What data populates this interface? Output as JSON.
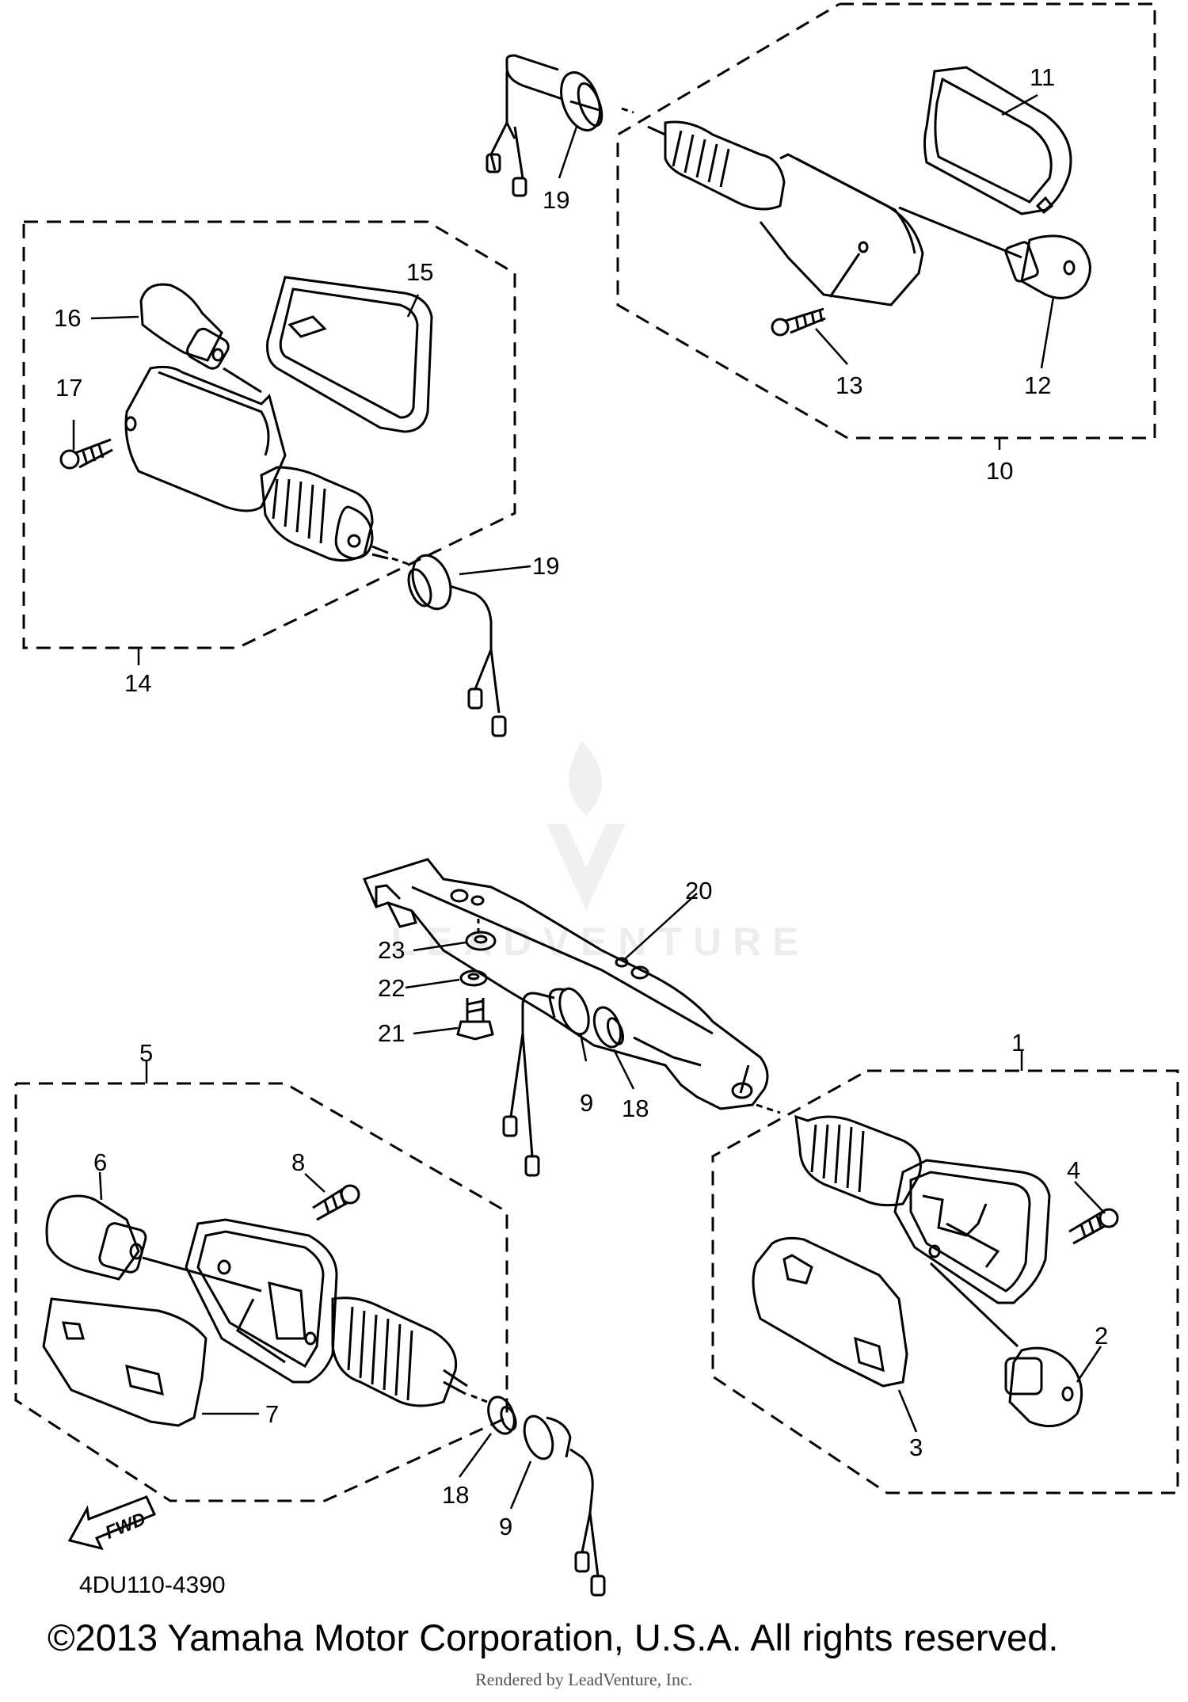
{
  "diagram": {
    "callouts": {
      "c1": "1",
      "c2": "2",
      "c3": "3",
      "c4": "4",
      "c5": "5",
      "c6": "6",
      "c7": "7",
      "c8": "8",
      "c9a": "9",
      "c9b": "9",
      "c10": "10",
      "c11": "11",
      "c12": "12",
      "c13": "13",
      "c14": "14",
      "c15": "15",
      "c16": "16",
      "c17": "17",
      "c18a": "18",
      "c18b": "18",
      "c19a": "19",
      "c19b": "19",
      "c20": "20",
      "c21": "21",
      "c22": "22",
      "c23": "23"
    },
    "fwd_label": "FWD",
    "watermark_text": "LEADVENTURE"
  },
  "footer": {
    "diagram_code": "4DU110-4390",
    "copyright": "©2013 Yamaha Motor Corporation, U.S.A. All rights reserved.",
    "rendered_by": "Rendered by LeadVenture, Inc."
  },
  "colors": {
    "ink": "#000000",
    "paper": "#ffffff"
  }
}
